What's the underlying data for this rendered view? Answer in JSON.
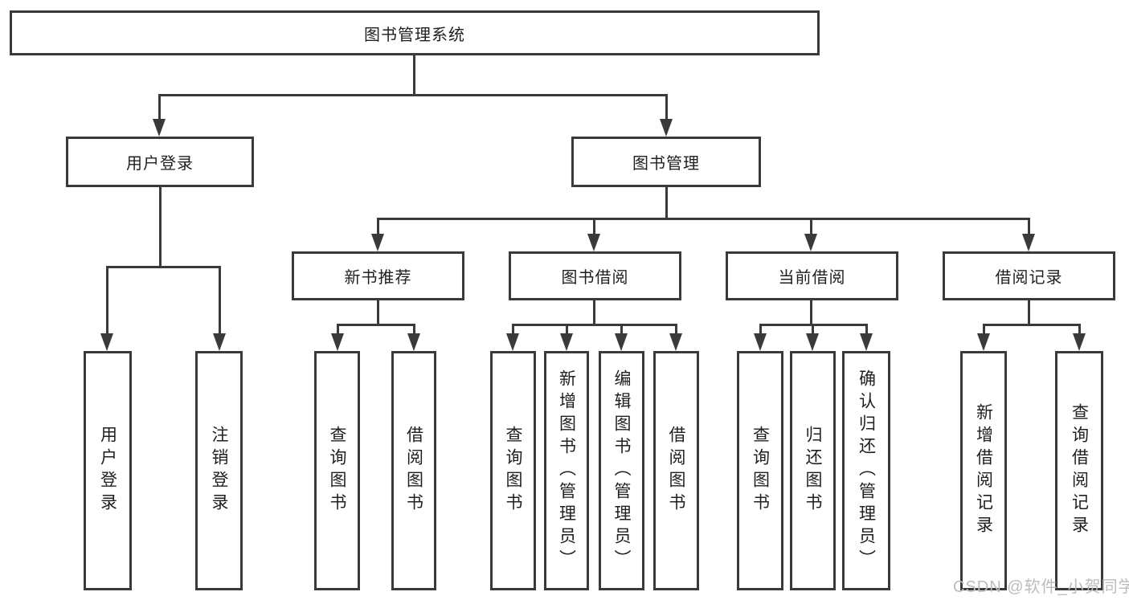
{
  "diagram": {
    "type": "hierarchy-tree",
    "colors": {
      "line": "#3a3a3a",
      "box_border": "#3a3a3a",
      "text": "#1f1f1f",
      "background": "#ffffff",
      "watermark": "#bcbcbc"
    },
    "nodes": {
      "root": {
        "label": "图书管理系统"
      },
      "user_login": {
        "label": "用户登录"
      },
      "book_mgmt": {
        "label": "图书管理"
      },
      "ul_user_login": {
        "label": "用户登录"
      },
      "ul_logout": {
        "label": "注销登录"
      },
      "new_book_rec": {
        "label": "新书推荐"
      },
      "book_borrow": {
        "label": "图书借阅"
      },
      "current_borrow": {
        "label": "当前借阅"
      },
      "borrow_records": {
        "label": "借阅记录"
      },
      "nbr_query_books": {
        "label": "查询图书"
      },
      "nbr_borrow_books": {
        "label": "借阅图书"
      },
      "bb_query_books": {
        "label": "查询图书"
      },
      "bb_add_books": {
        "label": "新增图书（管理员）"
      },
      "bb_edit_books": {
        "label": "编辑图书（管理员）"
      },
      "bb_borrow_books": {
        "label": "借阅图书"
      },
      "cb_query_books": {
        "label": "查询图书"
      },
      "cb_return_books": {
        "label": "归还图书"
      },
      "cb_confirm_return": {
        "label": "确认归还（管理员）"
      },
      "br_add_record": {
        "label": "新增借阅记录"
      },
      "br_query_record": {
        "label": "查询借阅记录"
      }
    },
    "hierarchy": {
      "图书管理系统": {
        "用户登录": [
          "用户登录",
          "注销登录"
        ],
        "图书管理": {
          "新书推荐": [
            "查询图书",
            "借阅图书"
          ],
          "图书借阅": [
            "查询图书",
            "新增图书（管理员）",
            "编辑图书（管理员）",
            "借阅图书"
          ],
          "当前借阅": [
            "查询图书",
            "归还图书",
            "确认归还（管理员）"
          ],
          "借阅记录": [
            "新增借阅记录",
            "查询借阅记录"
          ]
        }
      }
    }
  },
  "watermark": {
    "text": "CSDN @软件_小贺同学"
  }
}
